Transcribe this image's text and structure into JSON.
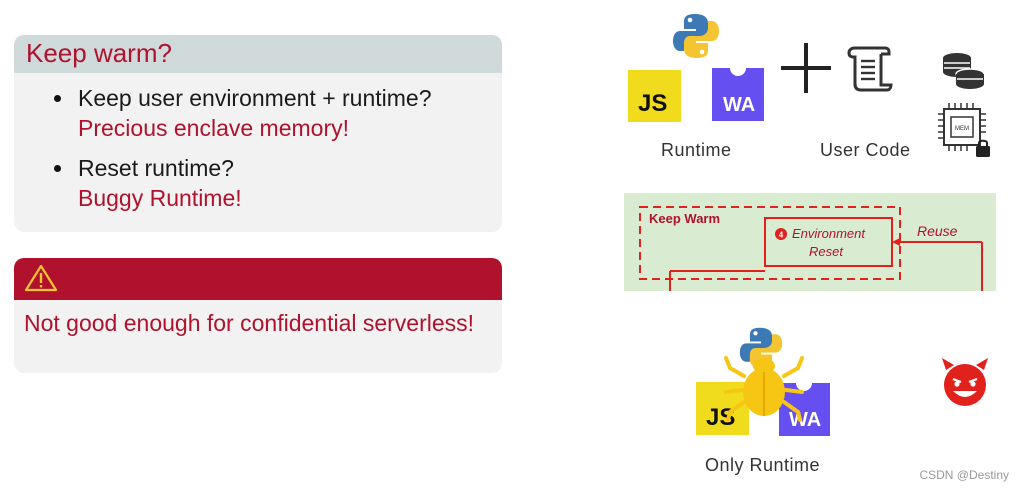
{
  "keep_warm_panel": {
    "title": "Keep warm?",
    "items": [
      {
        "question": "Keep user environment + runtime?",
        "answer": "Precious enclave memory!"
      },
      {
        "question": "Reset runtime?",
        "answer": "Buggy Runtime!"
      }
    ]
  },
  "warning_panel": {
    "icon": "warning-icon",
    "message": "Not good enough for confidential serverless!"
  },
  "right_diagram": {
    "runtime_label": "Runtime",
    "user_code_label": "User Code",
    "js_logo": "JS",
    "wa_logo": "WA",
    "box_title": "Keep Warm",
    "step_number": "4",
    "step_label_line1": "Environment",
    "step_label_line2": "Reset",
    "reuse_label": "Reuse",
    "only_runtime_label": "Only Runtime",
    "mem_chip_label": "MEM",
    "colors": {
      "js_yellow": "#f0db1c",
      "wa_purple": "#654ff0",
      "accent_red": "#e0211c",
      "dark_red": "#b0122e",
      "python_blue": "#3d7ab5",
      "python_yellow": "#f4c531"
    }
  },
  "watermark": "CSDN @Destiny"
}
